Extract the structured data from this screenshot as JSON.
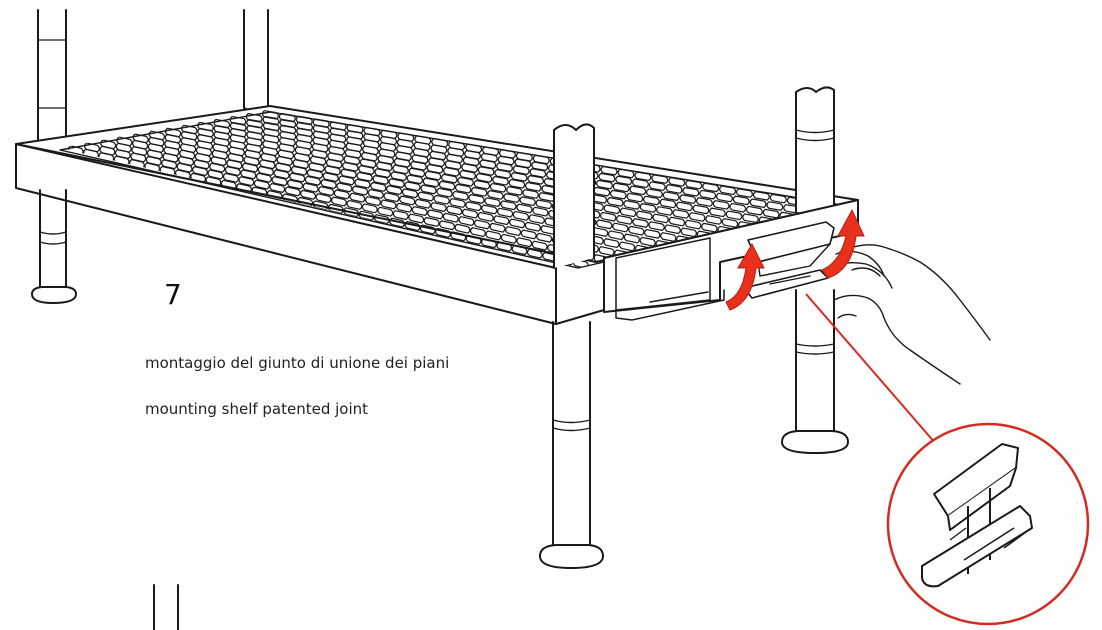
{
  "instruction": {
    "step_number": "7",
    "caption_it": "montaggio del giunto di unione dei piani",
    "caption_en": "mounting shelf patented joint"
  },
  "colors": {
    "line": "#1a1a1a",
    "accent_arrow": "#e8301c",
    "callout_circle": "#d42a1f",
    "background": "#ffffff"
  },
  "icons": {
    "arrow_left": "curved-up-arrow",
    "arrow_right": "curved-up-arrow",
    "detail": "joint-connector-detail"
  }
}
